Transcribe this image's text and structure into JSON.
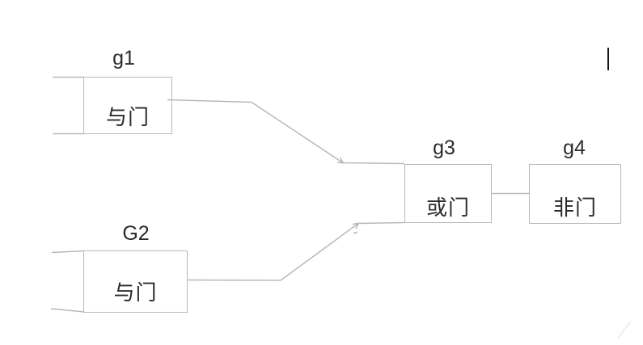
{
  "diagram": {
    "gates": [
      {
        "name": "g1",
        "type_label": "与门"
      },
      {
        "name": "G2",
        "type_label": "与门"
      },
      {
        "name": "g3",
        "type_label": "或门"
      },
      {
        "name": "g4",
        "type_label": "非门"
      }
    ],
    "colors": {
      "line": "#b3bac1",
      "text": "#2b2b2b",
      "background": "#ffffff",
      "cursor_mark": "#141414"
    }
  }
}
